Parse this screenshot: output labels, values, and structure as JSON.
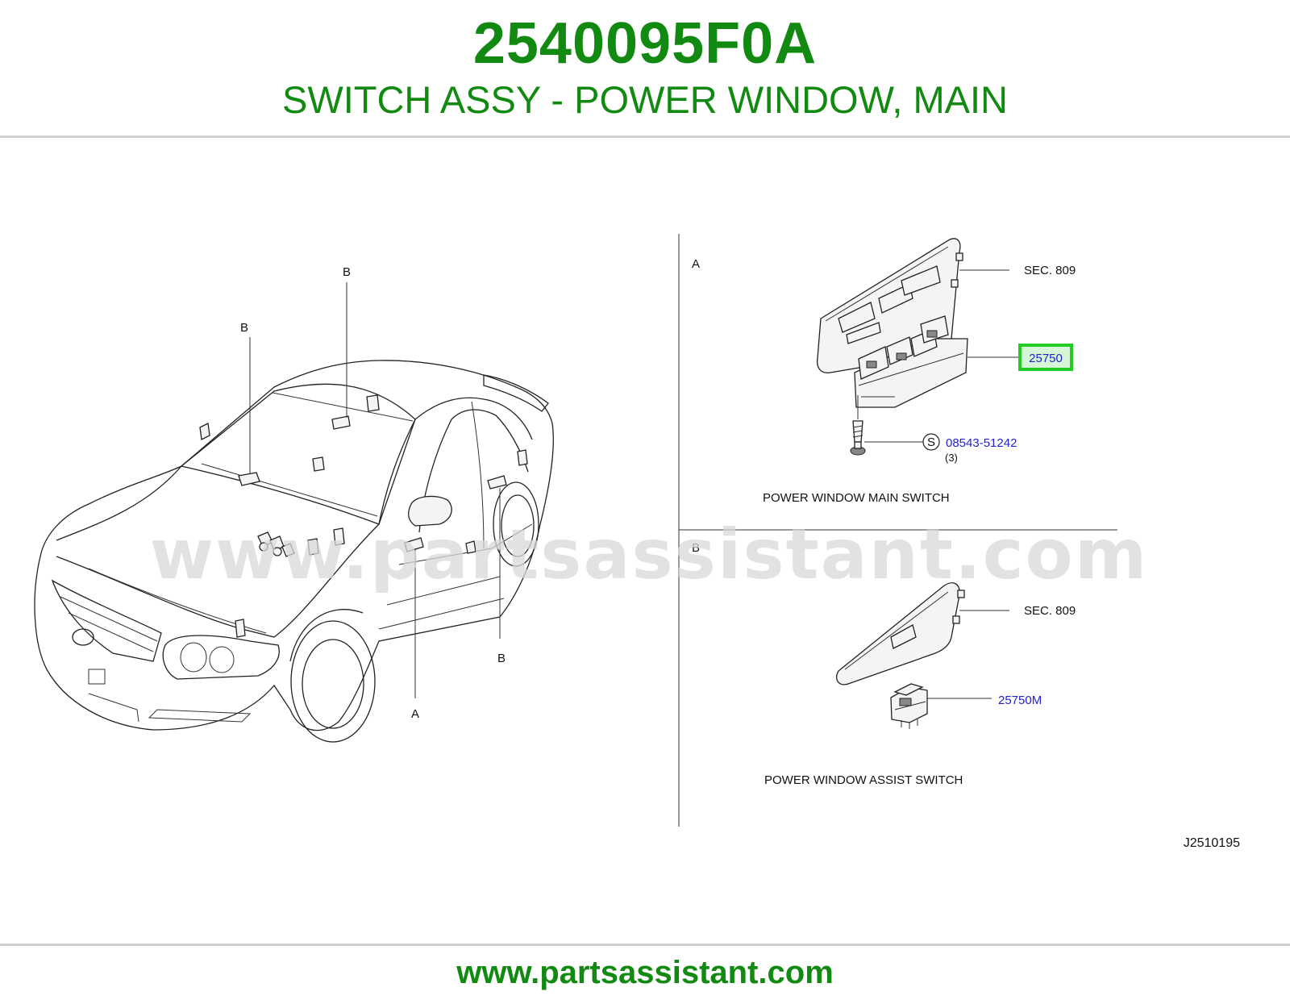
{
  "header": {
    "part_number": "2540095F0A",
    "description": "SWITCH ASSY - POWER WINDOW, MAIN"
  },
  "diagram": {
    "car_callouts": {
      "b1": "B",
      "b2": "B",
      "b3": "B",
      "a1": "A"
    },
    "section_a": {
      "label": "A",
      "sec_ref": "SEC.   809",
      "part_highlight": "25750",
      "screw_symbol": "S",
      "screw_part": "08543-51242",
      "screw_qty": "(3)",
      "caption": "POWER   WINDOW   MAIN   SWITCH"
    },
    "section_b": {
      "label": "B",
      "sec_ref": "SEC.   809",
      "part": "25750M",
      "caption": "POWER   WINDOW   ASSIST   SWITCH"
    },
    "drawing_id": "J2510195",
    "watermark": "www.partsassistant.com"
  },
  "footer": {
    "url": "www.partsassistant.com"
  },
  "colors": {
    "brand_green": "#128a12",
    "highlight_green": "#22cc22",
    "part_link_blue": "#2222cc"
  }
}
